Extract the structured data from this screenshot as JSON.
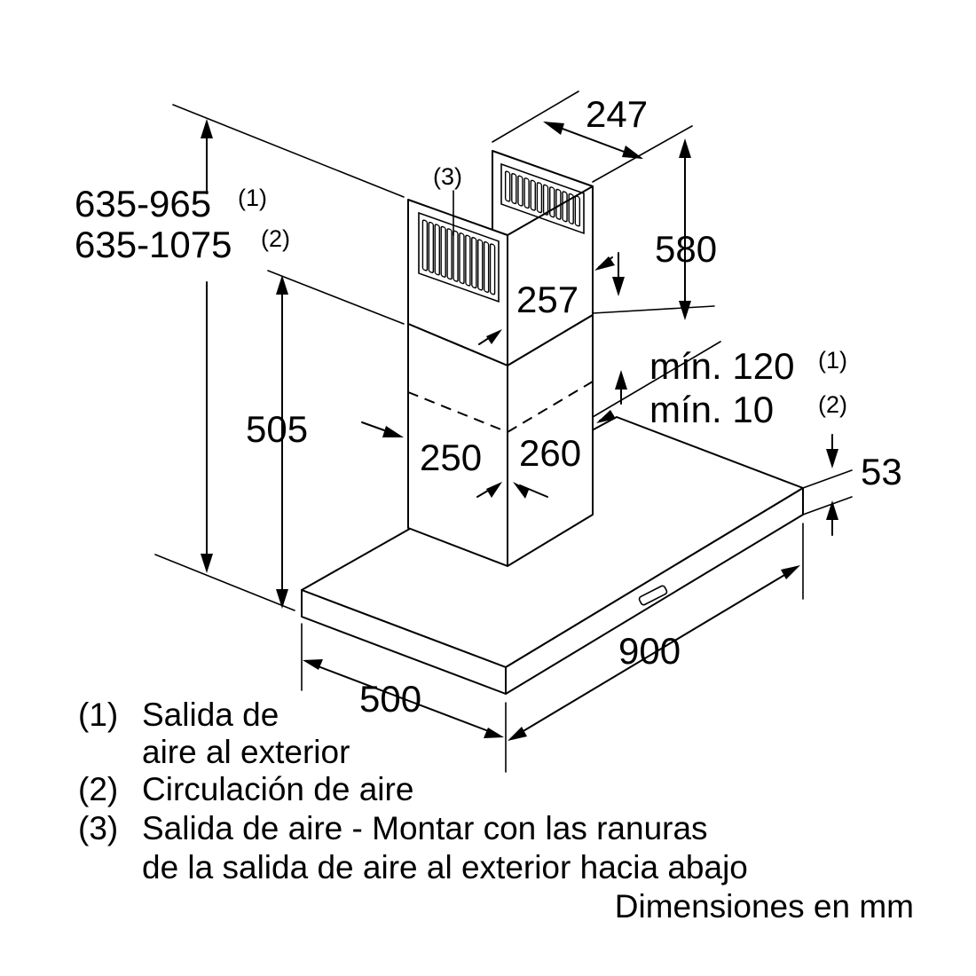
{
  "dimensions": {
    "total_height_1": "635-965",
    "total_height_1_note": "(1)",
    "total_height_2": "635-1075",
    "total_height_2_note": "(2)",
    "lower_height": "505",
    "upper_width": "247",
    "upper_height": "580",
    "upper_depth": "257",
    "lower_width": "250",
    "lower_depth": "260",
    "min_gap_1": "mín. 120",
    "min_gap_1_note": "(1)",
    "min_gap_2": "mín. 10",
    "min_gap_2_note": "(2)",
    "canopy_thickness": "53",
    "canopy_width": "900",
    "canopy_depth": "500"
  },
  "callout_3": "(3)",
  "legend": [
    {
      "num": "(1)",
      "lines": [
        "Salida de",
        "aire al exterior"
      ]
    },
    {
      "num": "(2)",
      "lines": [
        "Circulación de aire"
      ]
    },
    {
      "num": "(3)",
      "lines": [
        "Salida de aire - Montar con las ranuras",
        "de la salida de aire al exterior hacia abajo"
      ]
    }
  ],
  "units_note": "Dimensiones en mm"
}
